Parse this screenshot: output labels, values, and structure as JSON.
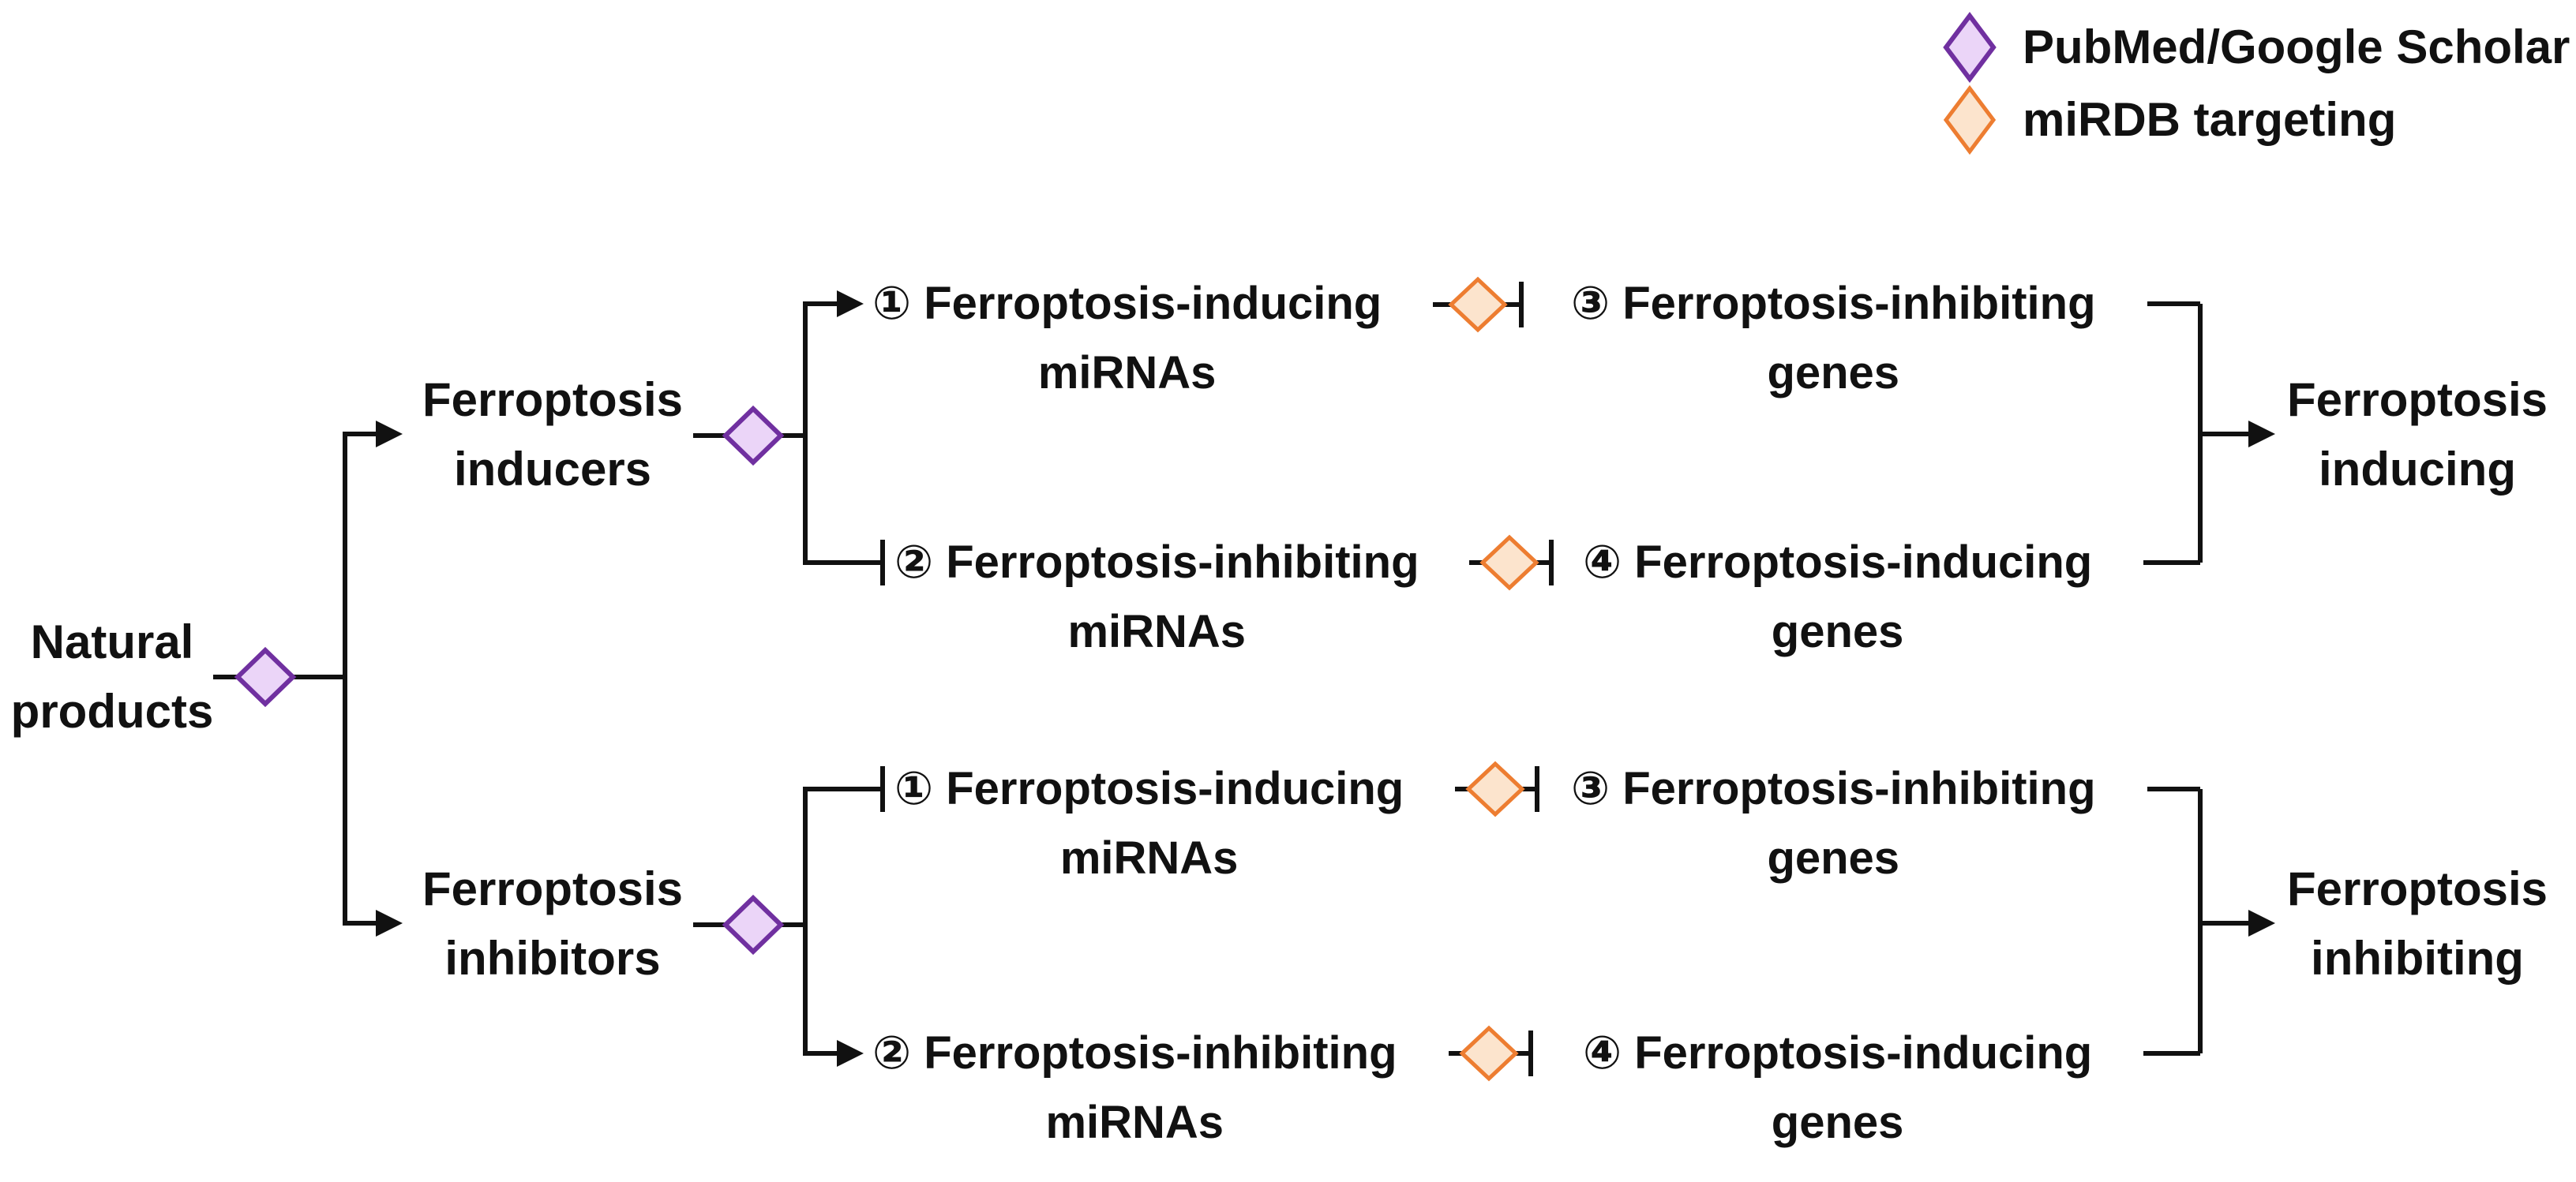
{
  "legend": {
    "pubmed": {
      "label": "PubMed/Google Scholar",
      "icon": "purple-diamond"
    },
    "mirdb": {
      "label": "miRDB targeting",
      "icon": "orange-diamond"
    }
  },
  "colors": {
    "purple_fill": "#EBD5F8",
    "purple_stroke": "#7030A0",
    "orange_fill": "#FCE4CD",
    "orange_stroke": "#ED7D31",
    "line": "#111111"
  },
  "nodes": {
    "natural_products": "Natural\nproducts",
    "inducers_branch": {
      "source": "Ferroptosis\ninducers",
      "mirna_inducing": "① Ferroptosis-inducing\nmiRNAs",
      "mirna_inhibiting": "② Ferroptosis-inhibiting\nmiRNAs",
      "genes_inhibiting": "③ Ferroptosis-inhibiting\ngenes",
      "genes_inducing": "④ Ferroptosis-inducing\ngenes",
      "outcome": "Ferroptosis\ninducing"
    },
    "inhibitors_branch": {
      "source": "Ferroptosis\ninhibitors",
      "mirna_inducing": "① Ferroptosis-inducing\nmiRNAs",
      "mirna_inhibiting": "② Ferroptosis-inhibiting\nmiRNAs",
      "genes_inhibiting": "③ Ferroptosis-inhibiting\ngenes",
      "genes_inducing": "④ Ferroptosis-inducing\ngenes",
      "outcome": "Ferroptosis\ninhibiting"
    }
  }
}
